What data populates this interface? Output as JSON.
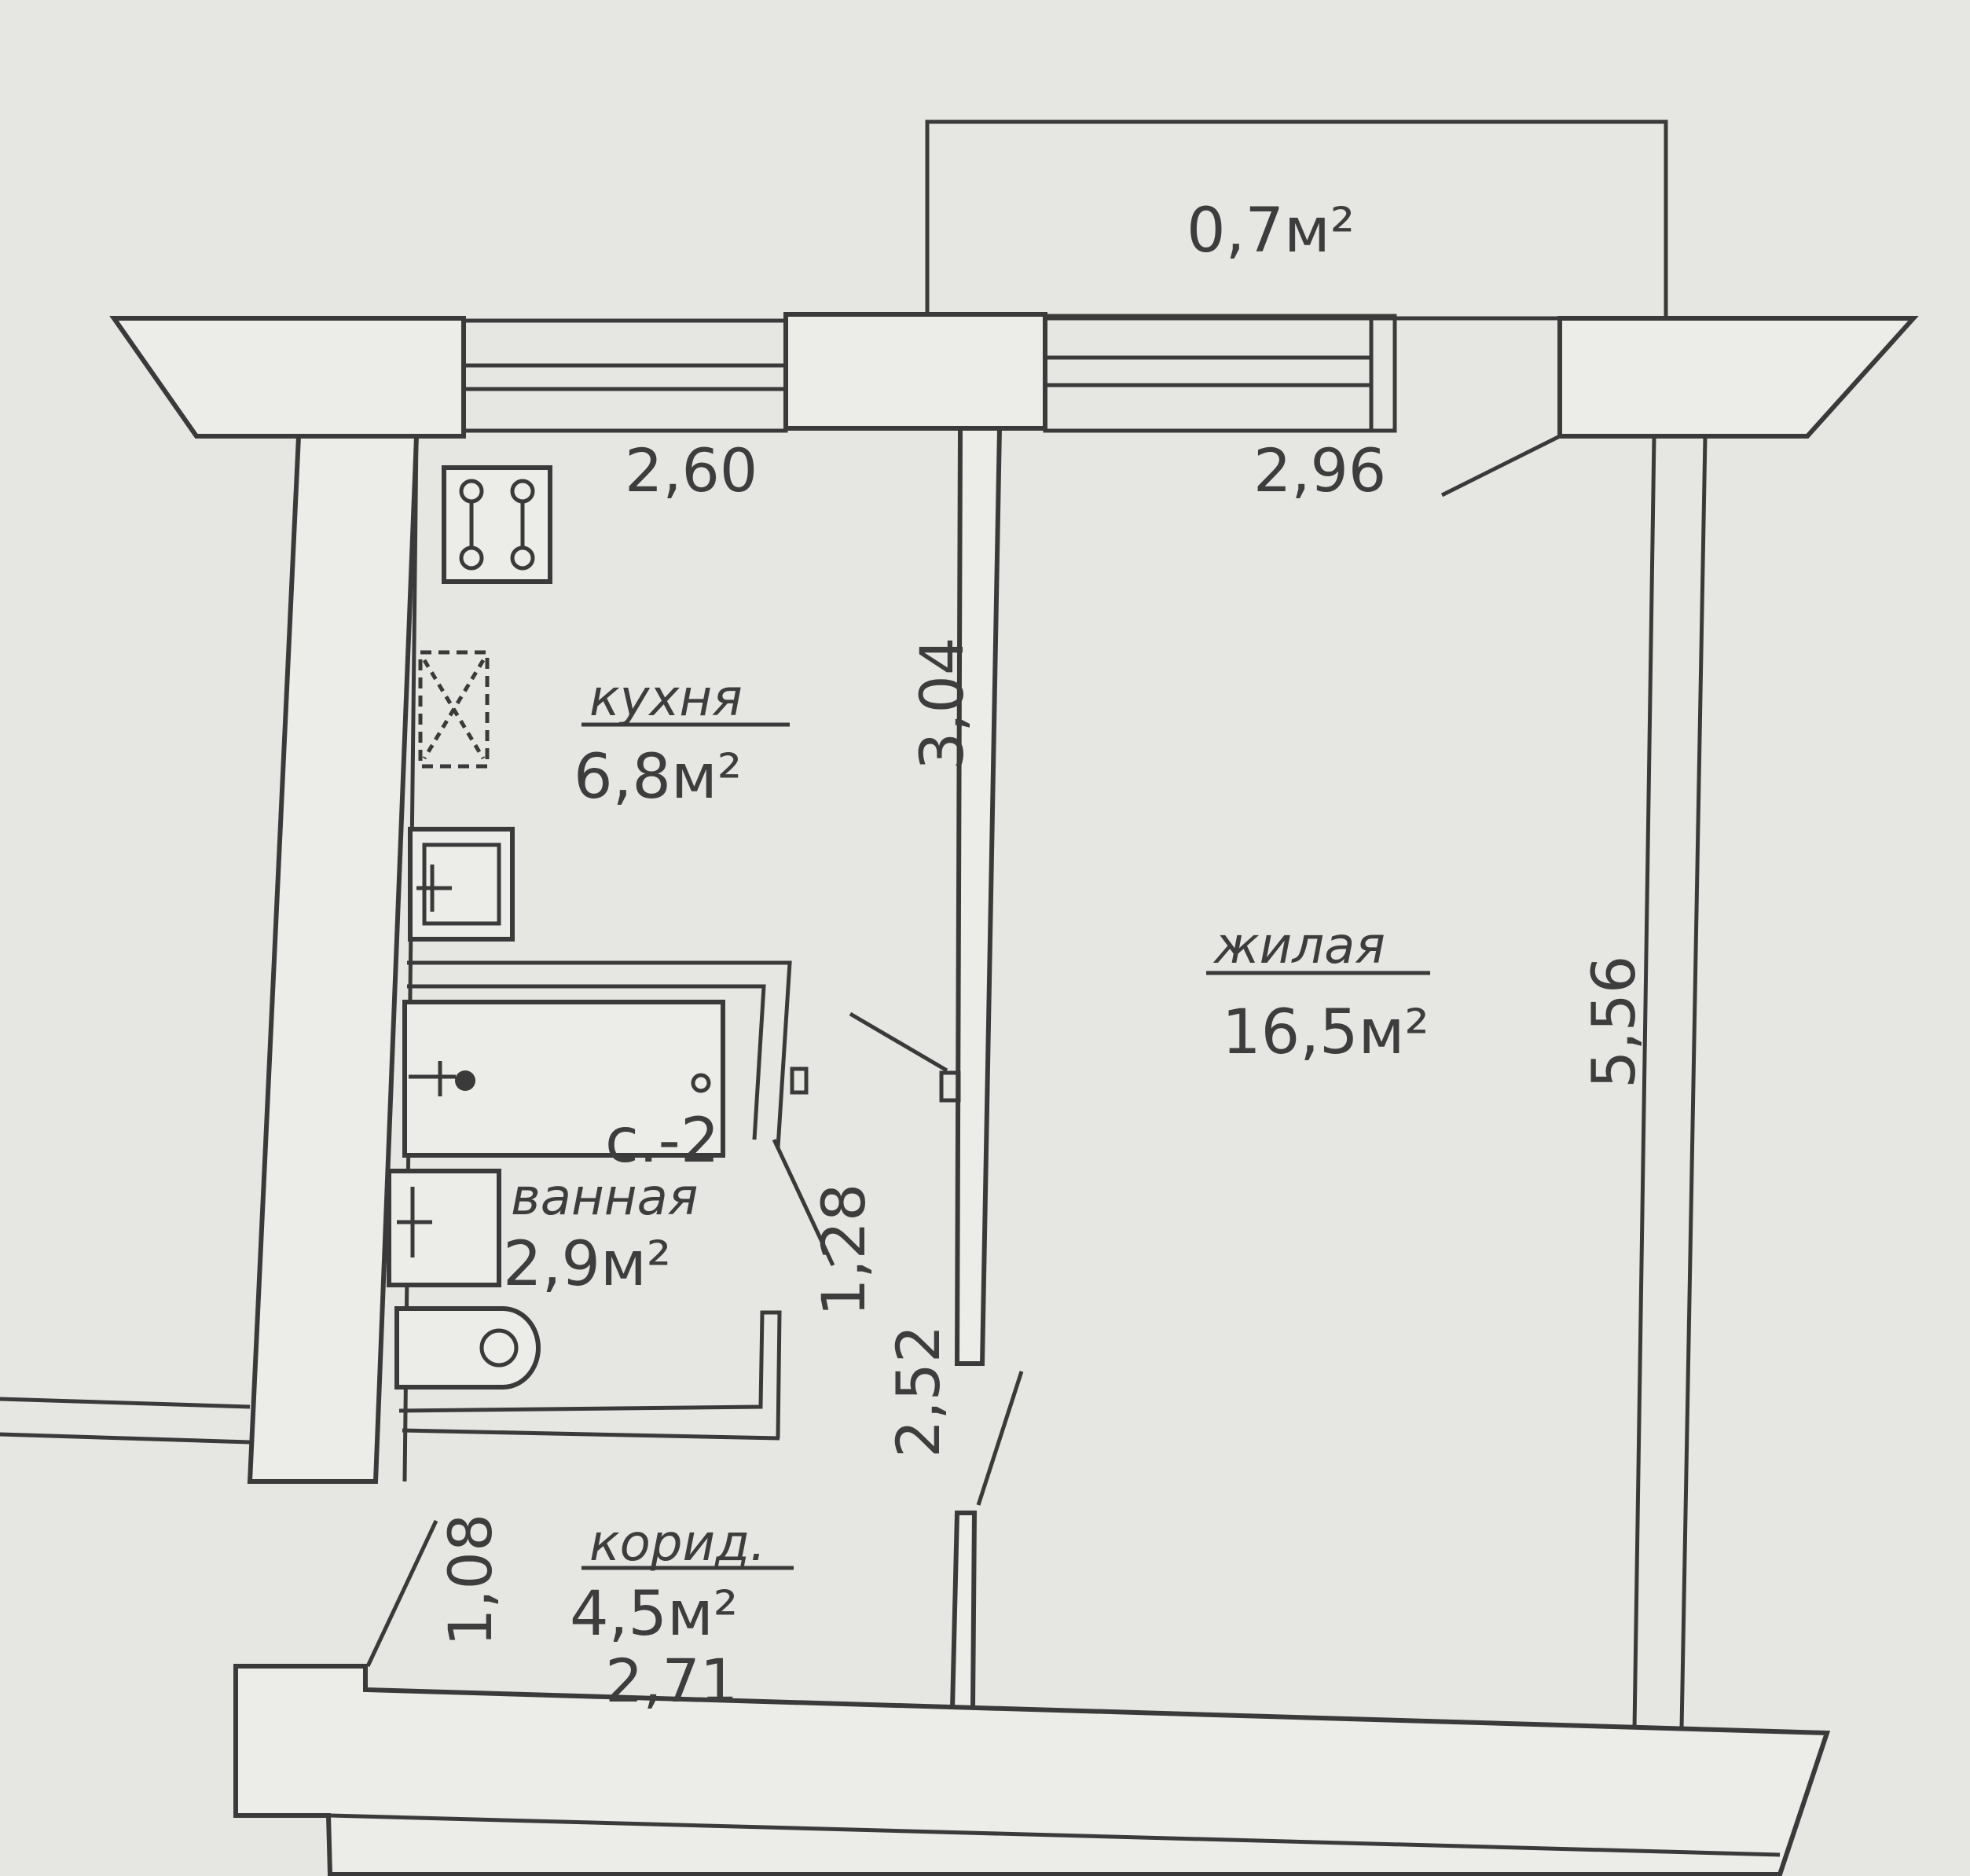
{
  "rooms": {
    "balcony": {
      "area": "0,7м²"
    },
    "kitchen": {
      "name": "кухня",
      "area": "6,8м²"
    },
    "living": {
      "name": "жилая",
      "area": "16,5м²"
    },
    "bathroom": {
      "name": "ванная",
      "area": "2,9м²",
      "mark": "с.-2"
    },
    "corridor": {
      "name": "корид.",
      "area": "4,5м²"
    }
  },
  "dimensions": {
    "kitchen_width": "2,60",
    "living_width": "2,96",
    "kitchen_length": "3,04",
    "living_length": "5,56",
    "bathroom_width": "1,28",
    "partition_length": "2,52",
    "corridor_width": "1,08",
    "corridor_length": "2,71"
  }
}
